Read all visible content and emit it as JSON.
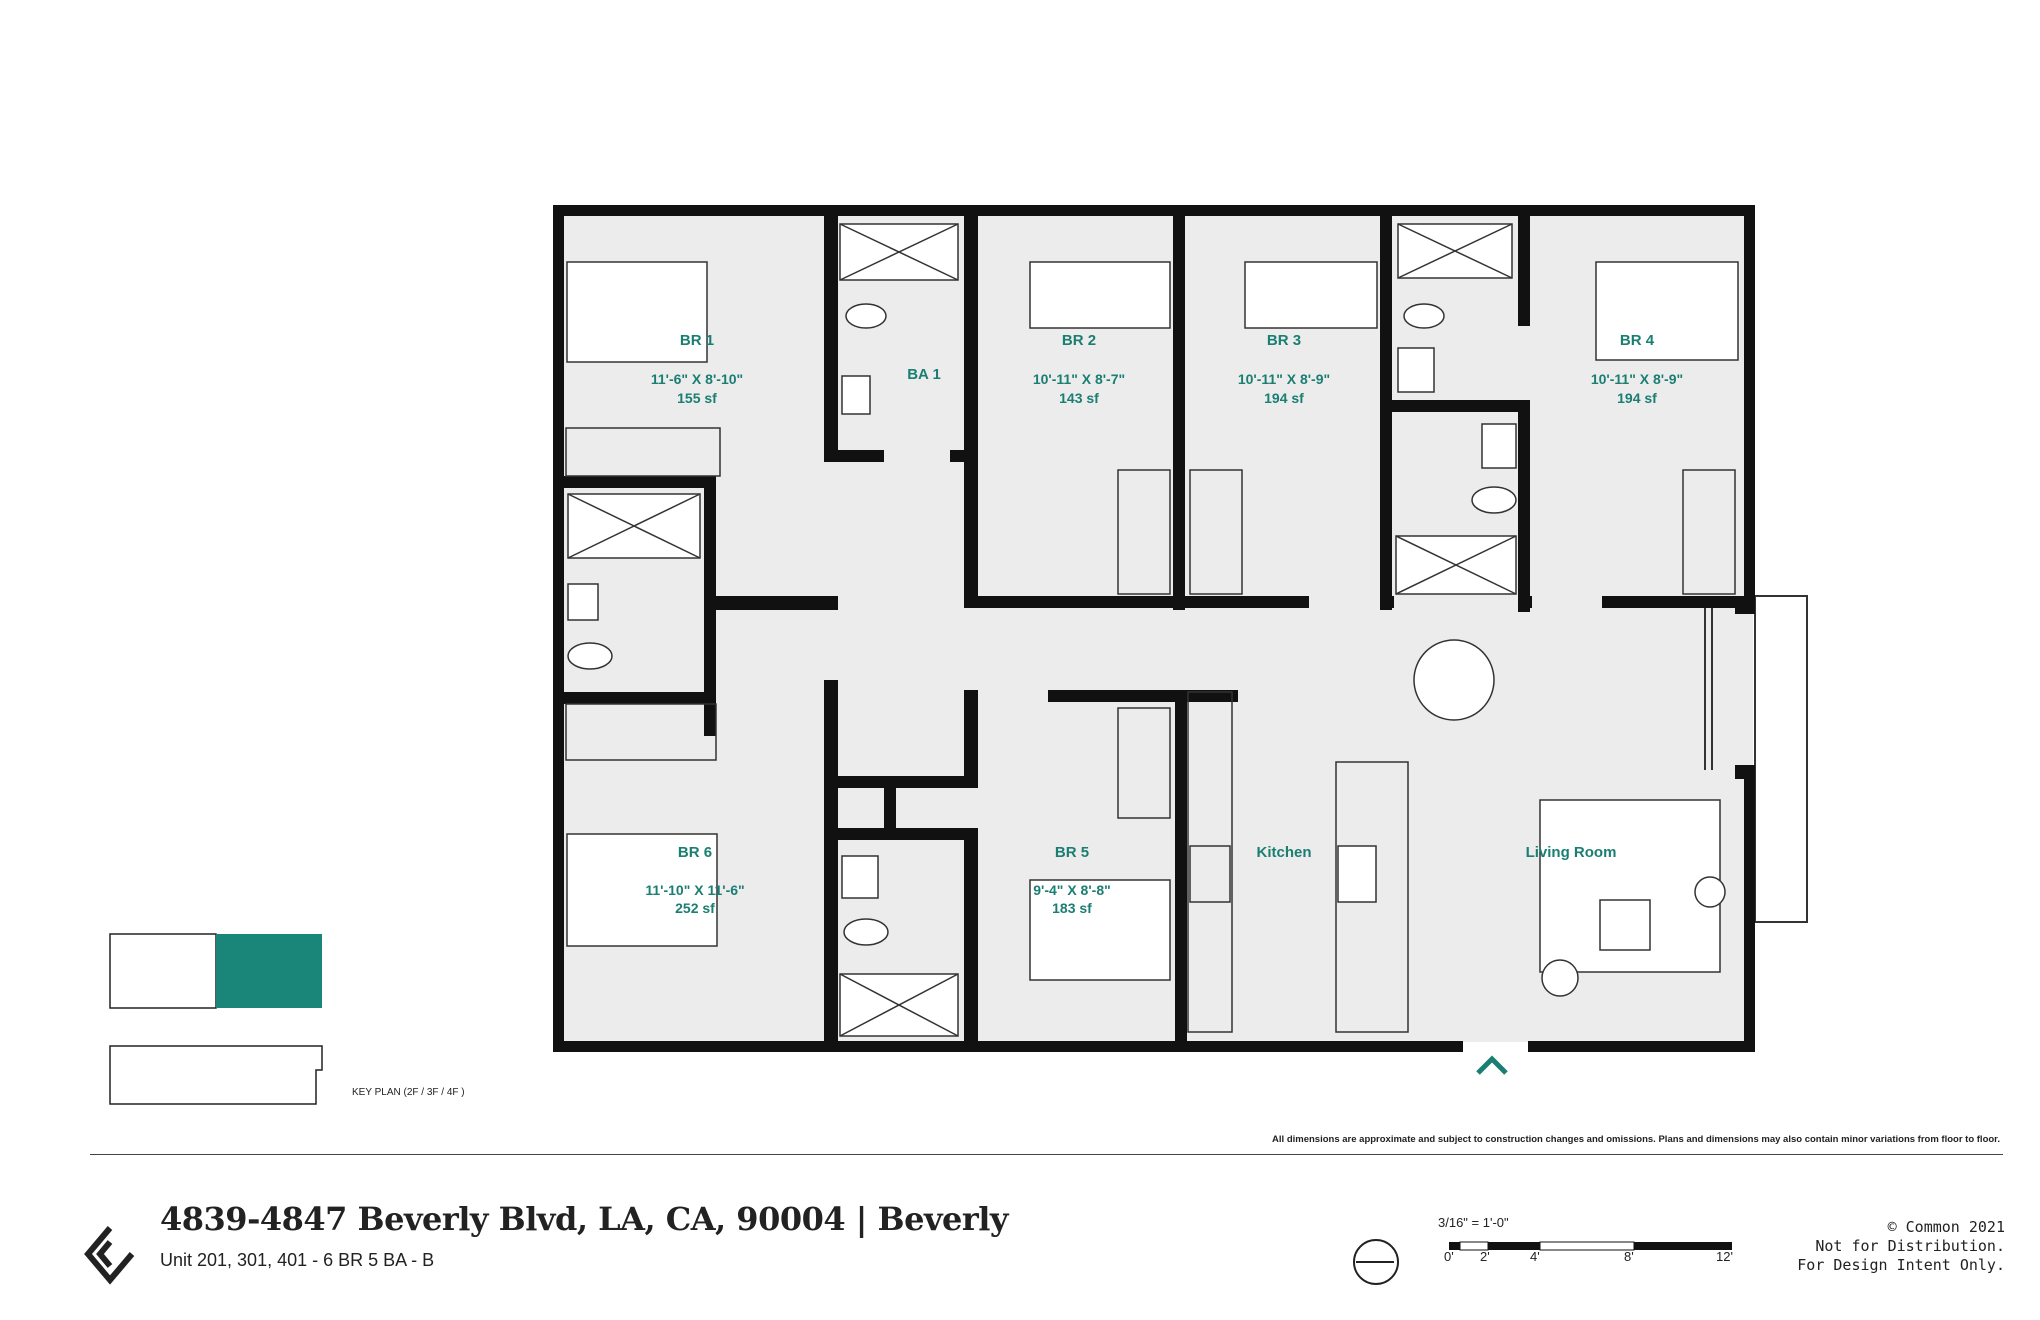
{
  "rooms": {
    "br1": {
      "name": "BR 1",
      "dims": "11'-6\" X 8'-10\"",
      "area": "155 sf"
    },
    "ba1": {
      "name": "BA 1"
    },
    "br2": {
      "name": "BR 2",
      "dims": "10'-11\" X 8'-7\"",
      "area": "143 sf"
    },
    "br3": {
      "name": "BR 3",
      "dims": "10'-11\" X 8'-9\"",
      "area": "194 sf"
    },
    "br4": {
      "name": "BR 4",
      "dims": "10'-11\" X 8'-9\"",
      "area": "194 sf"
    },
    "br5": {
      "name": "BR 5",
      "dims": "9'-4\" X 8'-8\"",
      "area": "183 sf"
    },
    "br6": {
      "name": "BR 6",
      "dims": "11'-10\" X 11'-6\"",
      "area": "252 sf"
    },
    "kitchen": {
      "name": "Kitchen"
    },
    "living": {
      "name": "Living Room"
    }
  },
  "key_plan": {
    "label": "KEY PLAN (2F / 3F / 4F )",
    "highlight_color": "#1a8579"
  },
  "disclaimer": "All dimensions are approximate and subject to construction changes and omissions. Plans and dimensions may also contain minor variations from floor to floor.",
  "title": "4839-4847 Beverly Blvd, LA, CA, 90004 | Beverly",
  "subtitle": "Unit 201, 301, 401 - 6 BR 5 BA - B",
  "scale": {
    "label": "3/16\" = 1'-0\"",
    "ticks": [
      "0'",
      "2'",
      "4'",
      "8'",
      "12'"
    ]
  },
  "copyright": {
    "line1": "© Common 2021",
    "line2": "Not for Distribution.",
    "line3": "For Design Intent Only."
  },
  "colors": {
    "accent": "#1a7e72",
    "wall": "#111111",
    "floor": "#ececec"
  }
}
